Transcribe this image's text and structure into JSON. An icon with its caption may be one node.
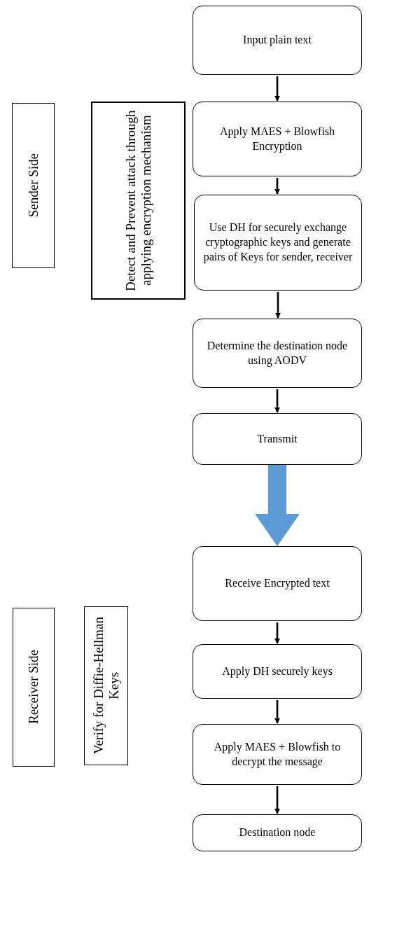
{
  "diagram": {
    "nodes": [
      {
        "text": [
          "Input plain text"
        ]
      },
      {
        "text": [
          "Apply MAES + Blowfish Encryption"
        ]
      },
      {
        "text": [
          "Use DH for securely exchange cryptographic keys and generate pairs of Keys for sender, receiver"
        ]
      },
      {
        "text": [
          "Determine the destination node using AODV"
        ]
      },
      {
        "text": [
          "Transmit"
        ]
      },
      {
        "text": [
          "Receive Encrypted text"
        ]
      },
      {
        "text": [
          "Apply DH securely keys"
        ]
      },
      {
        "text": [
          "Apply MAES + Blowfish to decrypt the message"
        ]
      },
      {
        "text": [
          "Destination node"
        ]
      },
      {
        "text": [
          "Sender Side"
        ]
      },
      {
        "text": [
          "Detect and Prevent attack through applying encryption mechanism"
        ]
      },
      {
        "text": [
          "Receiver Side"
        ]
      },
      {
        "text": [
          "Verify for Diffie-Hellman Keys"
        ]
      }
    ],
    "edges": [
      {
        "from": 0,
        "to": 1,
        "arrow": "to"
      },
      {
        "from": 1,
        "to": 2,
        "arrow": "to"
      },
      {
        "from": 2,
        "to": 3,
        "arrow": "to"
      },
      {
        "from": 3,
        "to": 4,
        "arrow": "to"
      },
      {
        "from": 4,
        "to": 5,
        "arrow": "to",
        "style": "thick",
        "color": "#5b9bd5"
      },
      {
        "from": 5,
        "to": 6,
        "arrow": "to"
      },
      {
        "from": 6,
        "to": 7,
        "arrow": "to"
      },
      {
        "from": 7,
        "to": 8,
        "arrow": "to"
      }
    ]
  }
}
